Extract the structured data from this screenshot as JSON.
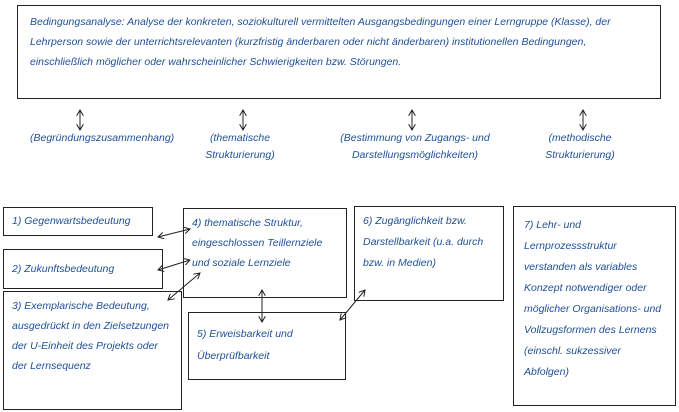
{
  "analysis": {
    "text": "Bedingungsanalyse: Analyse der konkreten, soziokulturell vermittelten Ausgangsbedingungen einer Lerngruppe (Klasse), der Lehrperson sowie der unterrichtsrelevanten (kurzfristig änderbaren oder nicht änderbaren) institutionellen Bedingungen, einschließlich möglicher oder wahrscheinlicher Schwierigkeiten bzw. Störungen."
  },
  "categories": [
    "(Begründungszusammenhang)",
    "(thematische Strukturierung)",
    "(Bestimmung von Zugangs- und Darstellungsmöglichkeiten)",
    "(methodische Strukturierung)"
  ],
  "boxes": {
    "b1": "1) Gegenwartsbedeutung",
    "b2": "2) Zukunftsbedeutung",
    "b3": "3) Exemplarische Bedeutung, ausgedrückt in den Zielsetzungen der U-Einheit des Projekts oder der Lernsequenz",
    "b4": "4) thematische Struktur, eingeschlossen Teillernziele und soziale Lernziele",
    "b5": "5) Erweisbarkeit und Überprüfbarkeit",
    "b6": "6) Zugänglichkeit bzw. Darstellbarkeit (u.a. durch bzw. in Medien)",
    "b7": "7) Lehr- und Lernprozessstruktur verstanden als variables Konzept notwendiger oder möglicher Organisations- und Vollzugsformen des Lernens (einschl. sukzessiver Abfolgen)"
  }
}
